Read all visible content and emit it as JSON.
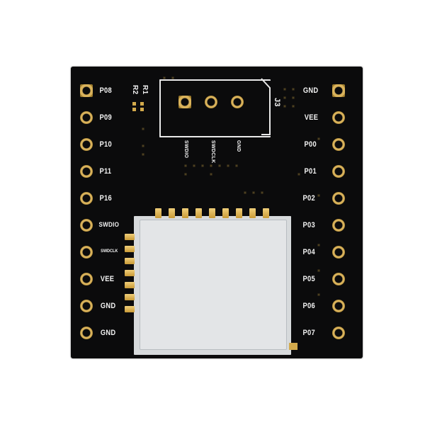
{
  "photo": "PCB breakout board with wireless module",
  "left_pins": [
    "P08",
    "P09",
    "P10",
    "P11",
    "P16",
    "SWDIO",
    "SWDCLK",
    "VEE",
    "GND",
    "GND"
  ],
  "right_pins": [
    "GND",
    "VEE",
    "P00",
    "P01",
    "P02",
    "P03",
    "P04",
    "P05",
    "P06",
    "P07"
  ],
  "header": {
    "name": "J3",
    "pins": [
      "SWDIO",
      "SWDCLK",
      "GND"
    ]
  },
  "resistors": [
    "R2",
    "R1"
  ],
  "colors": {
    "pcb": "#0b0b0c",
    "gold": "#d9b25b",
    "silkscreen": "#f2f2f2",
    "module": "#e3e5e7"
  }
}
